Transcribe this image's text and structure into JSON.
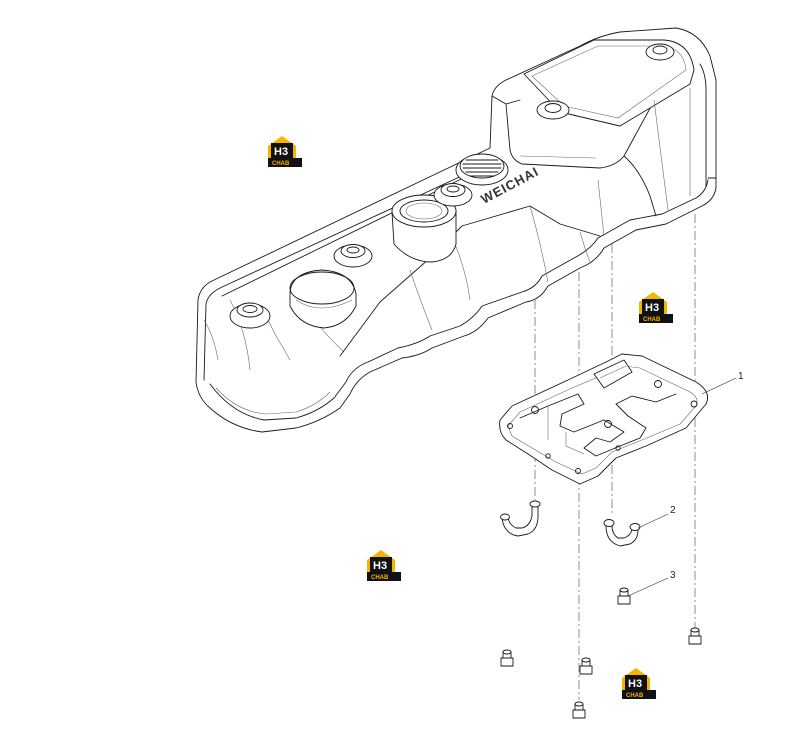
{
  "brand_text": "WEICHAI",
  "callouts": [
    "1",
    "2",
    "3"
  ],
  "watermark": {
    "top": "H3",
    "bottom": "CHAB"
  },
  "colors": {
    "line": "#1a1a1a",
    "logo_yellow": "#f4b400",
    "logo_black": "#111111"
  }
}
